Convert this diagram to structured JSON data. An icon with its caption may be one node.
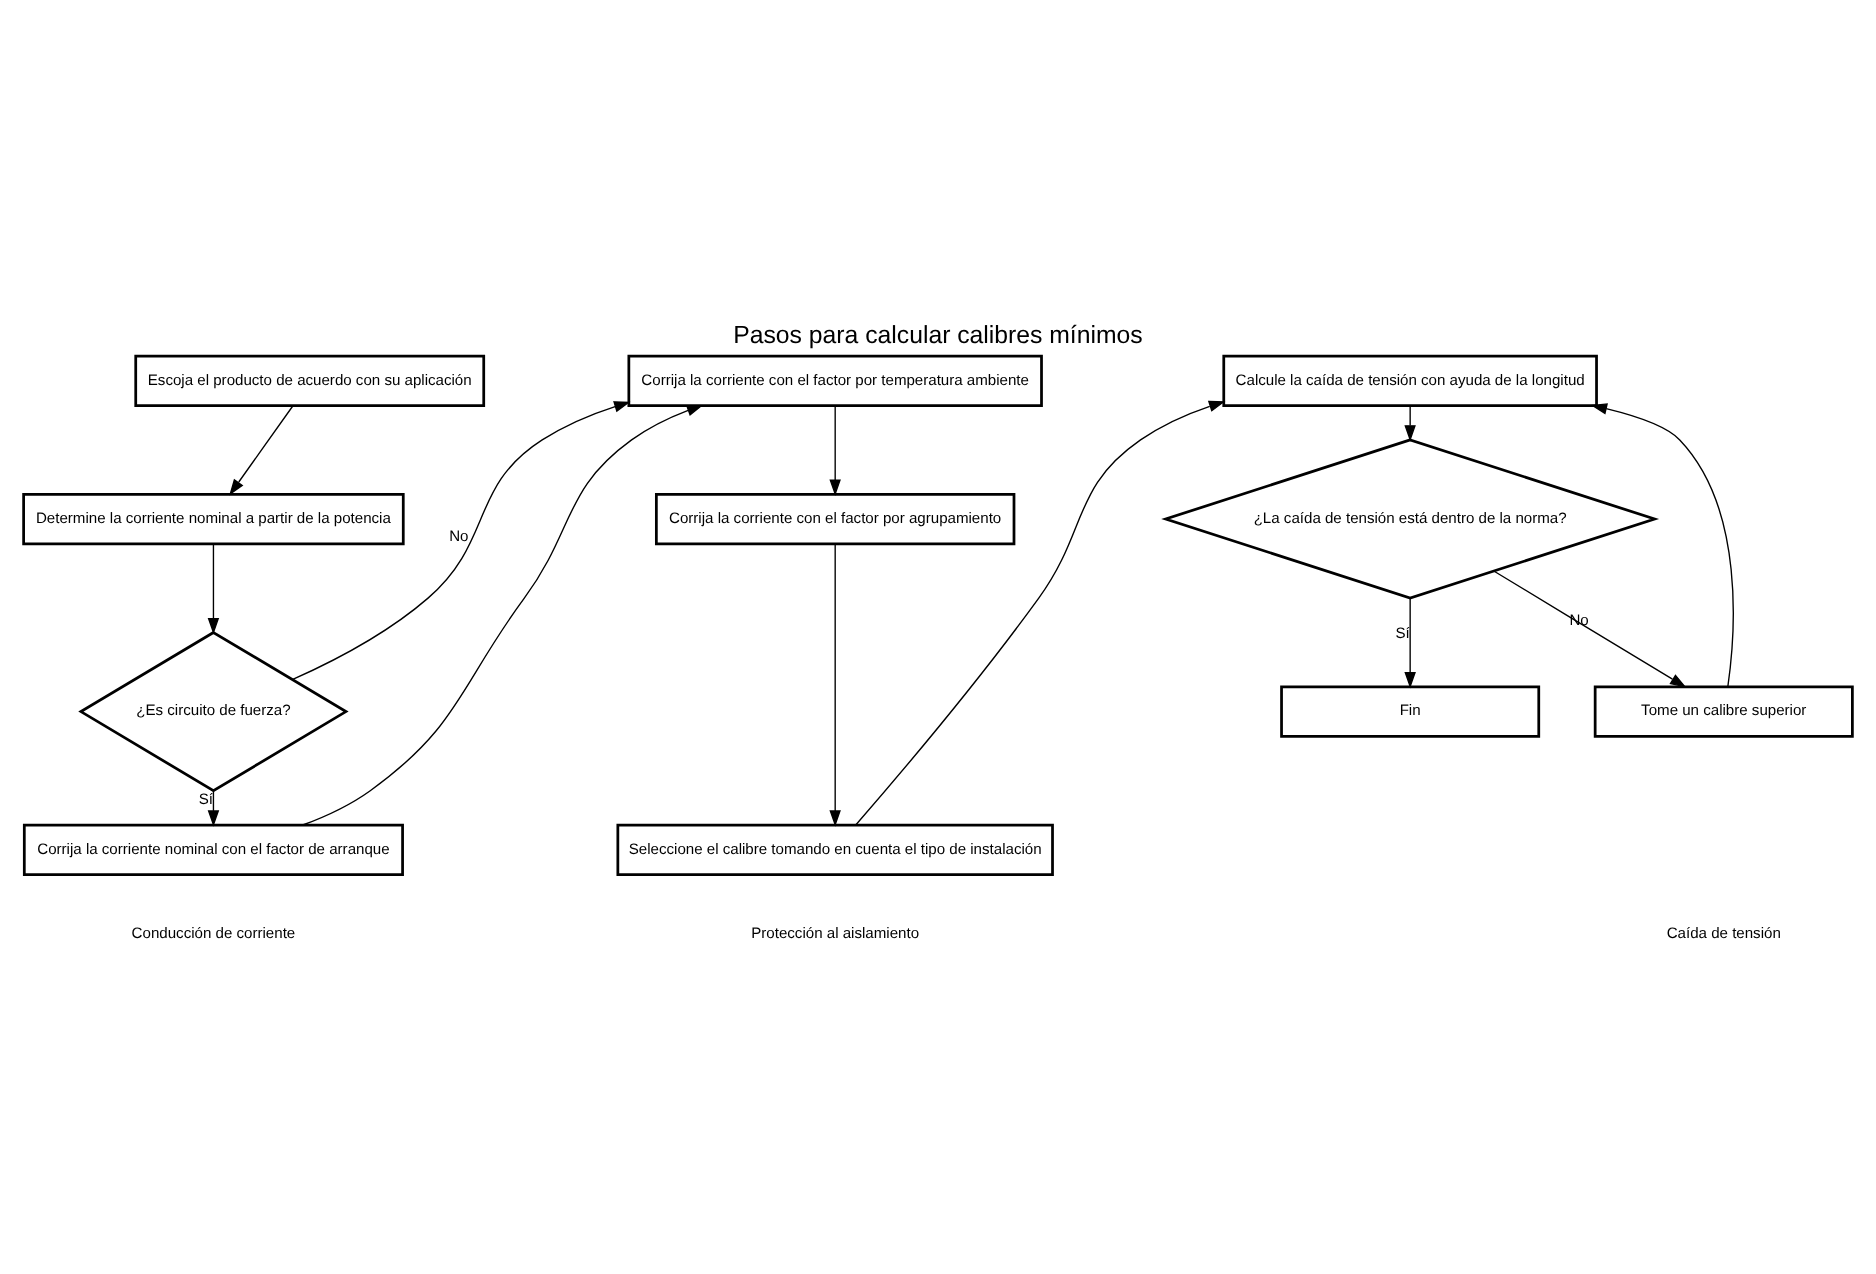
{
  "diagram": {
    "title": "Pasos para calcular calibres mínimos",
    "nodes": [
      {
        "text": [
          "Escoja el producto de acuerdo con su aplicación"
        ]
      },
      {
        "text": [
          "Determine la corriente nominal a partir de la potencia"
        ]
      },
      {
        "text": [
          "¿Es circuito de fuerza?"
        ]
      },
      {
        "text": [
          "Corrija la corriente nominal con el factor de arranque"
        ]
      },
      {
        "text": [
          "Corrija la corriente con el factor por temperatura ambiente"
        ]
      },
      {
        "text": [
          "Corrija la corriente con el factor por agrupamiento"
        ]
      },
      {
        "text": [
          "Seleccione el calibre tomando en cuenta el tipo de instalación"
        ]
      },
      {
        "text": [
          "Calcule la caída de tensión con ayuda de la longitud"
        ]
      },
      {
        "text": [
          "¿La caída de tensión está dentro de la norma?"
        ]
      },
      {
        "text": [
          "Fin"
        ]
      },
      {
        "text": [
          "Tome un calibre superior"
        ]
      }
    ],
    "edges": [
      {
        "from": 0,
        "to": 1,
        "arrow": "to"
      },
      {
        "from": 1,
        "to": 2,
        "arrow": "to"
      },
      {
        "from": 2,
        "to": 3,
        "arrow": "to",
        "label": "Sí"
      },
      {
        "from": 2,
        "to": 4,
        "arrow": "to",
        "label": "No"
      },
      {
        "from": 3,
        "to": 4,
        "arrow": "to"
      },
      {
        "from": 4,
        "to": 5,
        "arrow": "to"
      },
      {
        "from": 5,
        "to": 6,
        "arrow": "to"
      },
      {
        "from": 6,
        "to": 7,
        "arrow": "to"
      },
      {
        "from": 7,
        "to": 8,
        "arrow": "to"
      },
      {
        "from": 8,
        "to": 9,
        "arrow": "to",
        "label": "Sí"
      },
      {
        "from": 8,
        "to": 10,
        "arrow": "to",
        "label": "No"
      },
      {
        "from": 10,
        "to": 7,
        "arrow": "to"
      }
    ],
    "labels": [
      "Conducción de corriente",
      "Protección al aislamiento",
      "Caída de tensión"
    ]
  }
}
